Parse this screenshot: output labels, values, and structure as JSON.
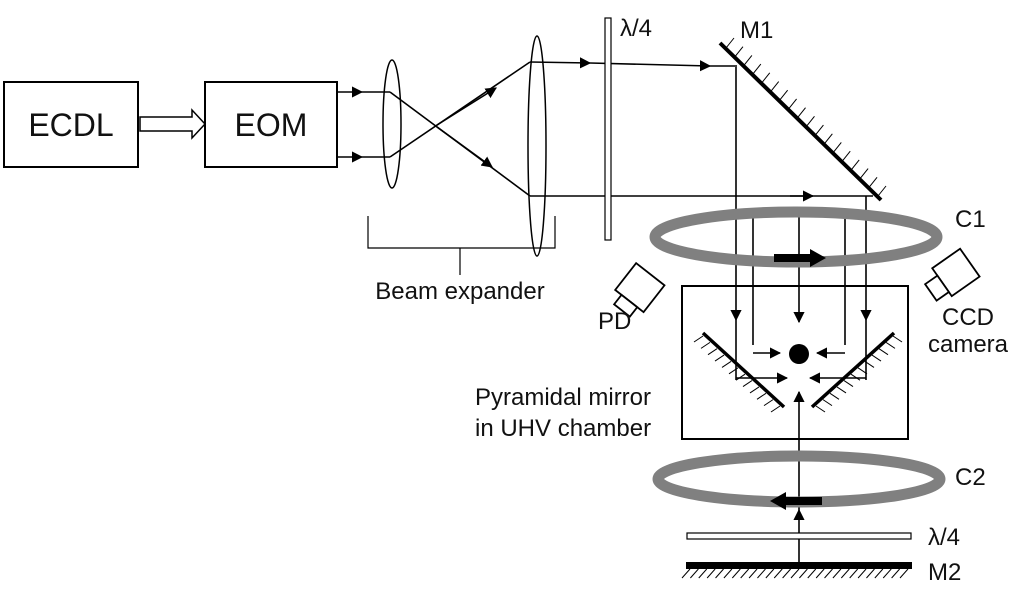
{
  "labels": {
    "ecdl": "ECDL",
    "eom": "EOM",
    "beam_expander": "Beam expander",
    "qwp_top": "λ/4",
    "m1": "M1",
    "c1": "C1",
    "pd": "PD",
    "ccd_line1": "CCD",
    "ccd_line2": "camera",
    "pyramid_line1": "Pyramidal mirror",
    "pyramid_line2": "in UHV chamber",
    "c2": "C2",
    "qwp_bottom": "λ/4",
    "m2": "M2"
  },
  "colors": {
    "line": "#000000",
    "coil": "#808080"
  }
}
